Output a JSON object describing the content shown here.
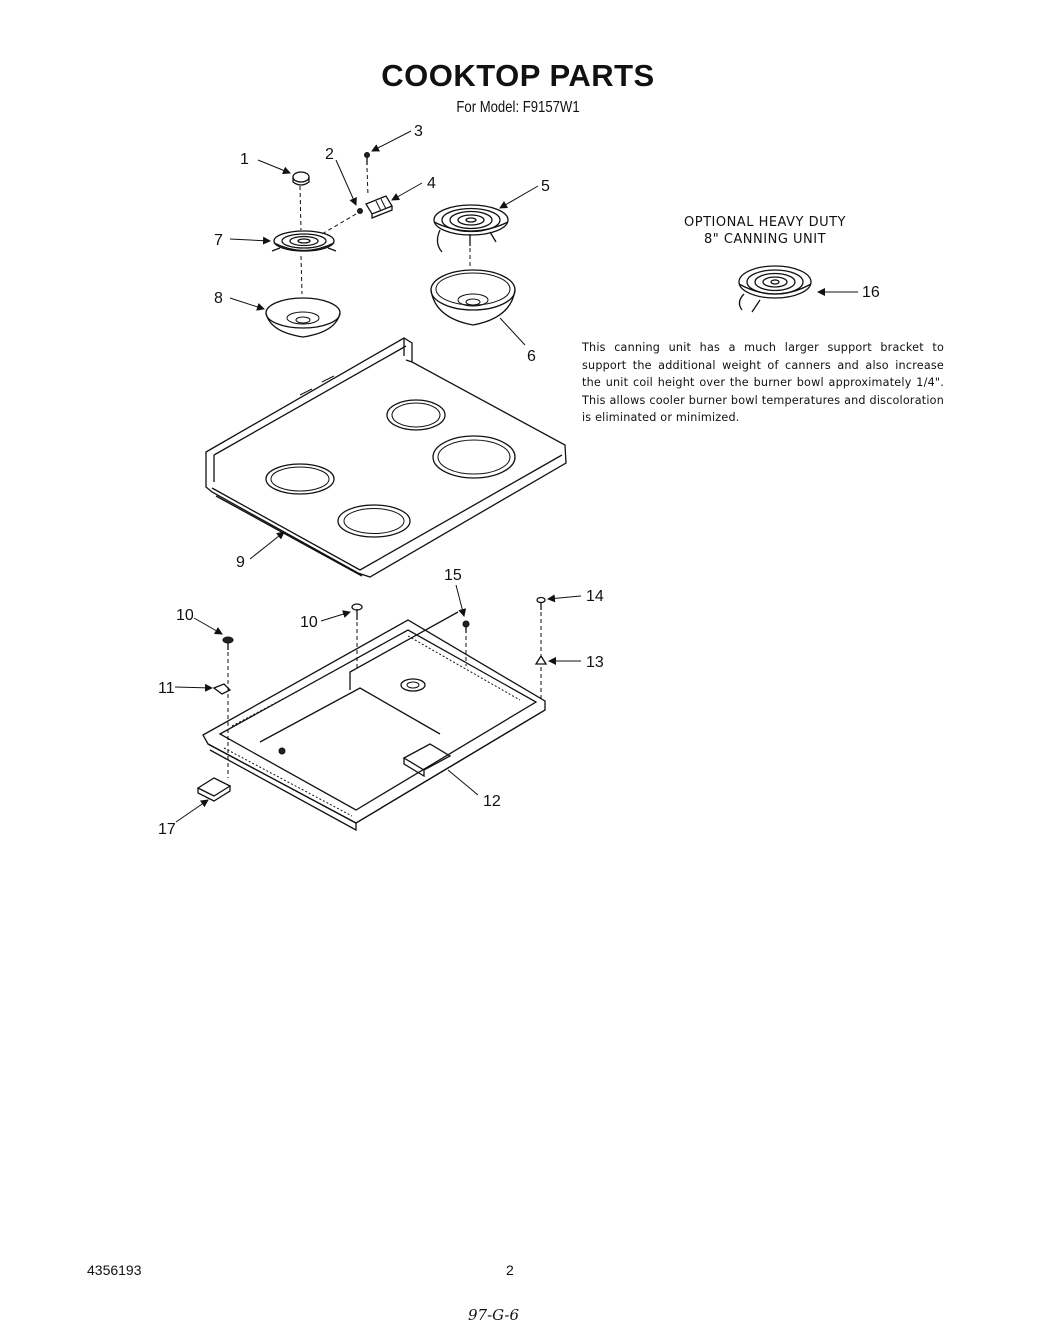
{
  "header": {
    "title": "COOKTOP PARTS",
    "subtitle": "For Model: F9157W1"
  },
  "optional_unit": {
    "title_line1": "OPTIONAL HEAVY DUTY",
    "title_line2": "8\" CANNING UNIT",
    "note": "This canning unit has a much larger support bracket to support the additional weight of canners and also increase the  unit coil height over the burner bowl approximately 1/4\".   This allows cooler burner bowl temperatures and discoloration is eliminated or minimized."
  },
  "callouts": {
    "c1": "1",
    "c2": "2",
    "c3": "3",
    "c4": "4",
    "c5": "5",
    "c6": "6",
    "c7": "7",
    "c8": "8",
    "c9": "9",
    "c10a": "10",
    "c10b": "10",
    "c11": "11",
    "c12": "12",
    "c13": "13",
    "c14": "14",
    "c15": "15",
    "c16": "16",
    "c17": "17"
  },
  "footer": {
    "doc_number": "4356193",
    "page_number": "2",
    "handwritten_code": "97-G-6"
  }
}
